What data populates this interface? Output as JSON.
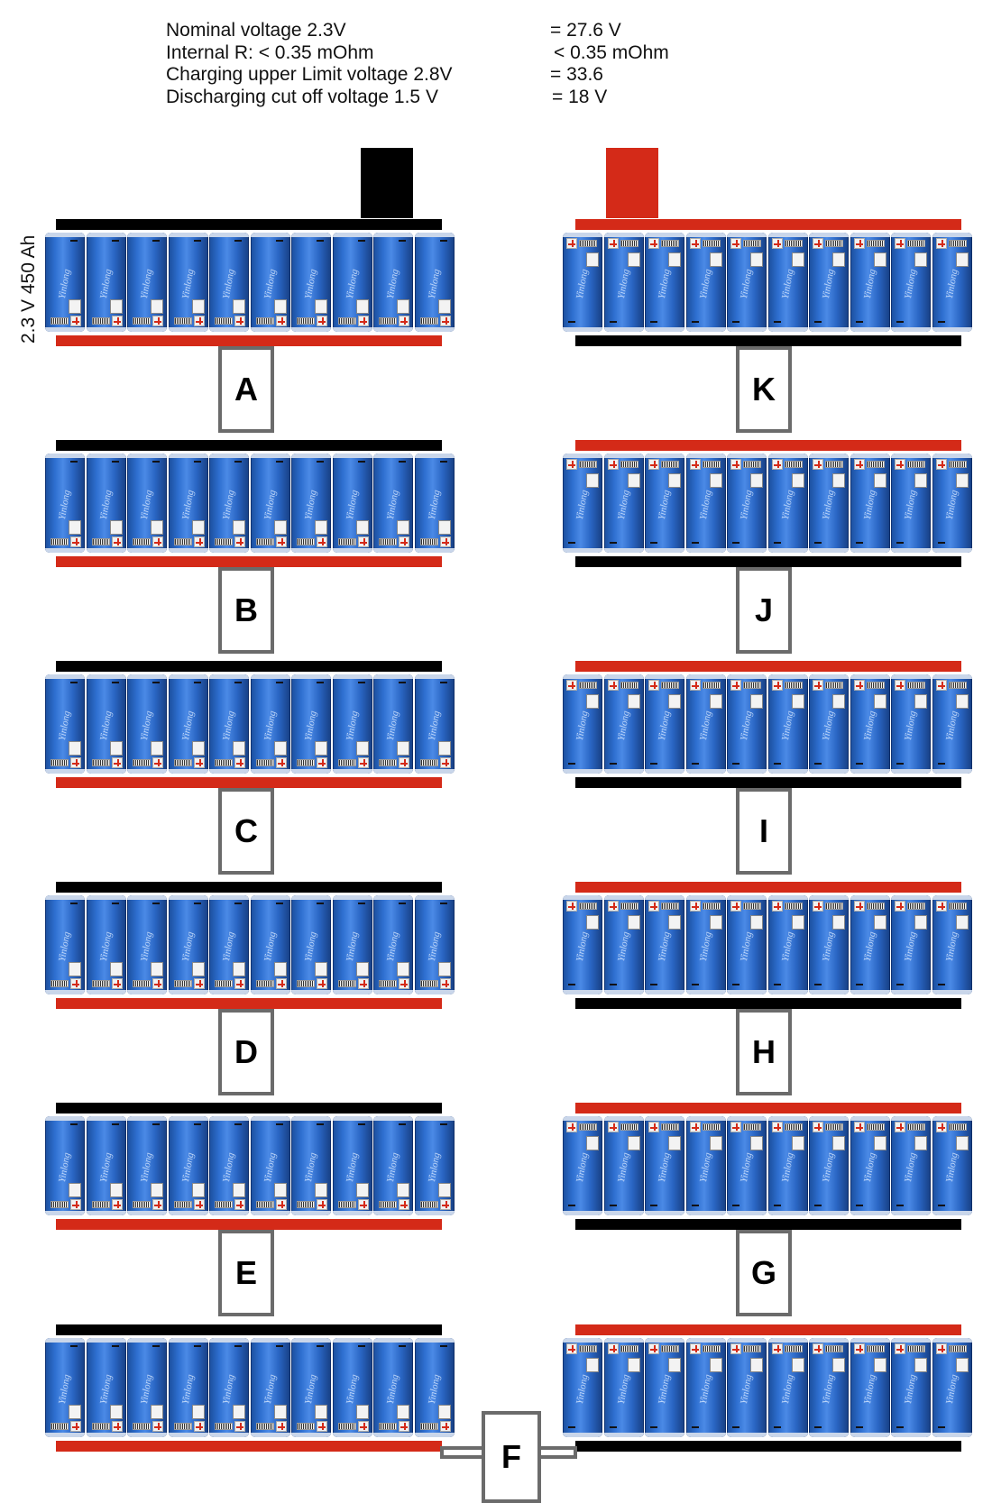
{
  "specs": {
    "rows": [
      {
        "label": "Nominal voltage 2.3V",
        "value": "= 27.6 V"
      },
      {
        "label": "Internal R: < 0.35 mOhm",
        "value": "< 0.35 mOhm"
      },
      {
        "label": "Charging upper Limit voltage 2.8V",
        "value": "= 33.6"
      },
      {
        "label": "Discharging cut off voltage 1.5 V",
        "value": "= 18 V"
      }
    ]
  },
  "cell_rating_label": "2.3 V 450 Ah",
  "cell_brand": "Yinlong",
  "cells_per_bank": 10,
  "banks": {
    "left": [
      {
        "id": "A",
        "orientation": "plus-bottom"
      },
      {
        "id": "B",
        "orientation": "plus-bottom"
      },
      {
        "id": "C",
        "orientation": "plus-bottom"
      },
      {
        "id": "D",
        "orientation": "plus-bottom"
      },
      {
        "id": "E",
        "orientation": "plus-bottom"
      },
      {
        "id": "F",
        "orientation": "plus-bottom"
      }
    ],
    "right": [
      {
        "id": "K",
        "orientation": "plus-top"
      },
      {
        "id": "J",
        "orientation": "plus-top"
      },
      {
        "id": "I",
        "orientation": "plus-top"
      },
      {
        "id": "H",
        "orientation": "plus-top"
      },
      {
        "id": "G",
        "orientation": "plus-top"
      },
      {
        "id": "F",
        "orientation": "plus-top"
      }
    ]
  },
  "connectors": {
    "left": [
      "A",
      "B",
      "C",
      "D",
      "E"
    ],
    "right": [
      "K",
      "J",
      "I",
      "H",
      "G"
    ],
    "bottom": "F"
  },
  "colors": {
    "negative": "#000000",
    "positive": "#d42a18",
    "cell_blue": "#2e6fd0",
    "connector_border": "#6b6b6b"
  }
}
